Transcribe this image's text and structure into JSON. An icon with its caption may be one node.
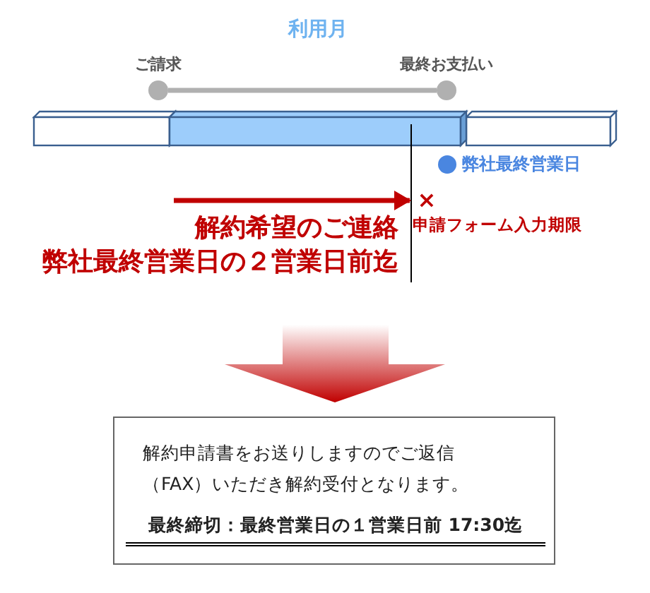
{
  "diagram": {
    "nodes": [
      {
        "text": [],
        "shape": "circle",
        "beside": [
          "ご請求"
        ]
      },
      {
        "text": [],
        "shape": "circle",
        "beside": [
          "最終お支払い"
        ]
      },
      {
        "text": [
          "×"
        ],
        "beside": [
          "申請フォーム入力期限"
        ]
      },
      {
        "text": [
          "解約申請書をお送りしますのでご返信（FAX）いただき解約受付となります。",
          "最終締切：最終営業日の１営業日前 17:30迄"
        ]
      }
    ],
    "edges": [
      {
        "from": 0,
        "to": 1,
        "arrow": "none",
        "color": "#b0b0b0"
      },
      {
        "from": null,
        "to": 2,
        "arrow": "to",
        "color": "#c00000"
      },
      {
        "from": null,
        "to": 3,
        "arrow": "to",
        "color": "#c00000"
      }
    ],
    "labels": [
      "利用月",
      "解約希望のご連絡",
      "弊社最終営業日の２営業日前迄"
    ],
    "legend": [
      {
        "text": "弊社最終営業日",
        "color": "#4a86e0"
      }
    ]
  }
}
